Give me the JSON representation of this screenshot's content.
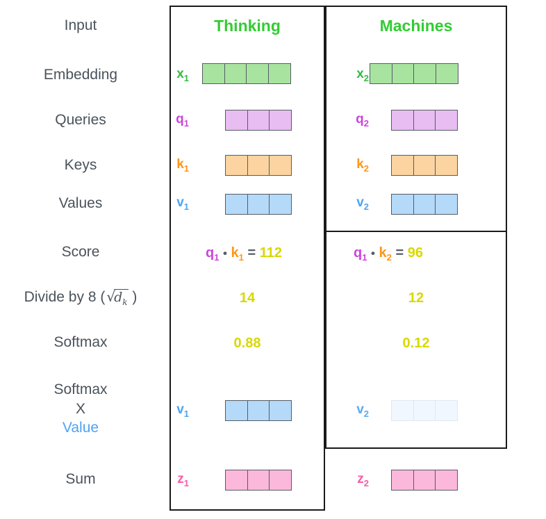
{
  "diagram": {
    "title_row_labels": [
      {
        "key": "input",
        "label": "Input"
      },
      {
        "key": "embedding",
        "label": "Embedding"
      },
      {
        "key": "queries",
        "label": "Queries"
      },
      {
        "key": "keys",
        "label": "Keys"
      },
      {
        "key": "values",
        "label": "Values"
      },
      {
        "key": "score",
        "label": "Score"
      },
      {
        "key": "divide",
        "label": "Divide by 8 ("
      },
      {
        "key": "softmax",
        "label": "Softmax"
      },
      {
        "key": "softmax_x_value",
        "label": "Softmax"
      },
      {
        "key": "sum",
        "label": "Sum"
      }
    ],
    "divide_label": {
      "prefix": "Divide by 8 (",
      "radical": "√",
      "radicand": "d",
      "subscript": "k",
      "suffix": ")"
    },
    "softmax_times_value": {
      "line1": "Softmax",
      "line2": "X",
      "line3": "Value"
    },
    "columns": [
      {
        "key": "thinking",
        "title": "Thinking"
      },
      {
        "key": "machines",
        "title": "Machines"
      }
    ],
    "vectors": {
      "embedding": [
        {
          "label": "x",
          "sub": "1",
          "color": "green",
          "cells": 4
        },
        {
          "label": "x",
          "sub": "2",
          "color": "green",
          "cells": 4
        }
      ],
      "queries": [
        {
          "label": "q",
          "sub": "1",
          "color": "purple",
          "cells": 3
        },
        {
          "label": "q",
          "sub": "2",
          "color": "purple",
          "cells": 3
        }
      ],
      "keys": [
        {
          "label": "k",
          "sub": "1",
          "color": "orange",
          "cells": 3
        },
        {
          "label": "k",
          "sub": "2",
          "color": "orange",
          "cells": 3
        }
      ],
      "values": [
        {
          "label": "v",
          "sub": "1",
          "color": "blue",
          "cells": 3
        },
        {
          "label": "v",
          "sub": "2",
          "color": "blue",
          "cells": 3
        }
      ],
      "weighted_values": [
        {
          "label": "v",
          "sub": "1",
          "color": "blue",
          "cells": 3,
          "faded": false
        },
        {
          "label": "v",
          "sub": "2",
          "color": "blue",
          "cells": 3,
          "faded": true
        }
      ],
      "sum": [
        {
          "label": "z",
          "sub": "1",
          "color": "pink",
          "cells": 3
        },
        {
          "label": "z",
          "sub": "2",
          "color": "pink",
          "cells": 3
        }
      ]
    },
    "scores": [
      {
        "q": "q",
        "q_sub": "1",
        "dot": "•",
        "k": "k",
        "k_sub": "1",
        "eq": "=",
        "value": "112"
      },
      {
        "q": "q",
        "q_sub": "1",
        "dot": "•",
        "k": "k",
        "k_sub": "2",
        "eq": "=",
        "value": "96"
      }
    ],
    "divided": [
      "14",
      "12"
    ],
    "softmax": [
      "0.88",
      "0.12"
    ],
    "colors": {
      "label_text": "#4a525a",
      "title_green": "#33cc33",
      "embedding_green": "#a8e3a0",
      "query_purple": "#e8bdf2",
      "key_orange": "#fcd4a2",
      "value_blue": "#b5d9f8",
      "sum_pink": "#fbb8da",
      "scalar_yellow": "#d8d800",
      "q_label": "#cc44dd",
      "k_label": "#ff9515",
      "v_label": "#4da3f5",
      "z_label": "#fb5ba5",
      "x_label": "#33bb44",
      "frame_border": "#1a1a1a"
    }
  }
}
